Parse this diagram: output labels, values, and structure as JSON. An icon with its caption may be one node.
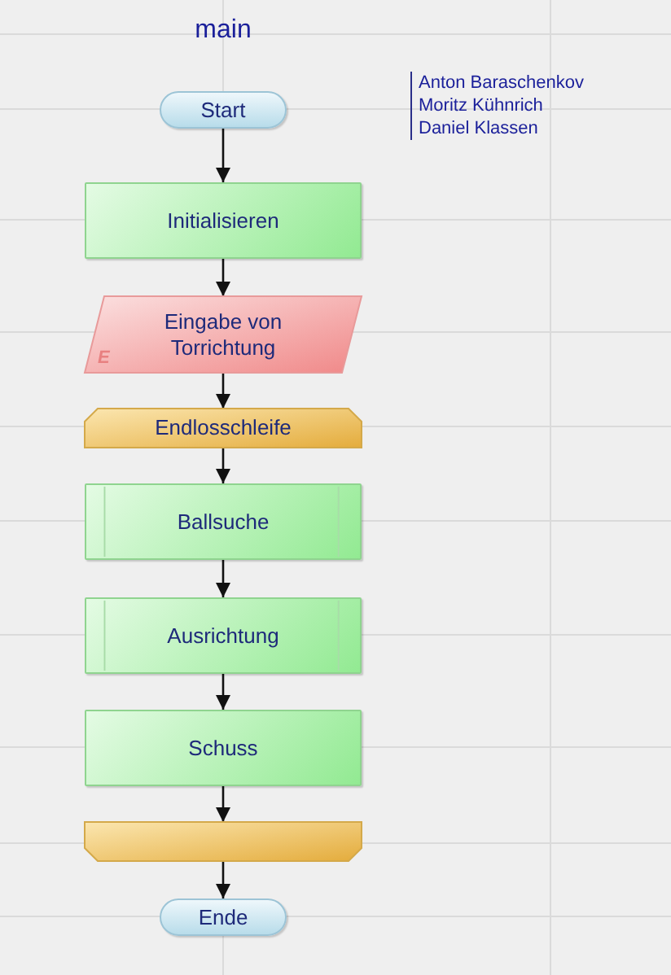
{
  "diagram": {
    "title": "main",
    "nodes": [
      {
        "text": [
          "Start"
        ]
      },
      {
        "text": [
          "Initialisieren"
        ]
      },
      {
        "text": [
          "E",
          "Eingabe von Torrichtung"
        ]
      },
      {
        "text": [
          "Endlosschleife"
        ]
      },
      {
        "text": [
          "Ballsuche"
        ]
      },
      {
        "text": [
          "Ausrichtung"
        ]
      },
      {
        "text": [
          "Schuss"
        ]
      },
      {
        "text": [],
        "shape": "box"
      },
      {
        "text": [
          "Ende"
        ]
      }
    ],
    "edges": [
      {
        "from": 0,
        "to": 1,
        "arrow": "to"
      },
      {
        "from": 1,
        "to": 2,
        "arrow": "to"
      },
      {
        "from": 2,
        "to": 3,
        "arrow": "to"
      },
      {
        "from": 3,
        "to": 4,
        "arrow": "to"
      },
      {
        "from": 4,
        "to": 5,
        "arrow": "to"
      },
      {
        "from": 5,
        "to": 6,
        "arrow": "to"
      },
      {
        "from": 6,
        "to": 7,
        "arrow": "to"
      },
      {
        "from": 7,
        "to": 8,
        "arrow": "to"
      }
    ],
    "labels": [
      "Anton Baraschenkov",
      "Moritz Kühnrich",
      "Daniel Klassen"
    ]
  }
}
